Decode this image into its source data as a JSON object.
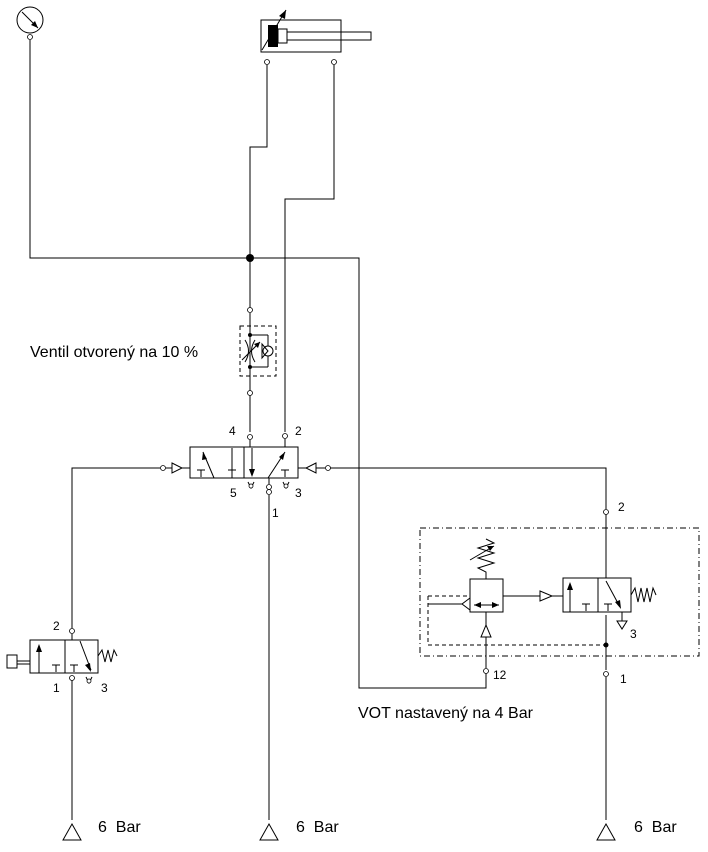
{
  "labels": {
    "flow_valve_note": "Ventil otvorený na 10 %",
    "pressure_valve_note": "VOT nastavený na 4 Bar",
    "supply_left": "6  Bar",
    "supply_center": "6  Bar",
    "supply_right": "6  Bar"
  },
  "ports": {
    "main_valve_4": "4",
    "main_valve_2": "2",
    "main_valve_5": "5",
    "main_valve_3": "3",
    "main_valve_1": "1",
    "button_valve_2": "2",
    "button_valve_1": "1",
    "button_valve_3": "3",
    "right_valve_2": "2",
    "right_valve_3": "3",
    "right_valve_1": "1",
    "pressure_valve_12": "12"
  }
}
